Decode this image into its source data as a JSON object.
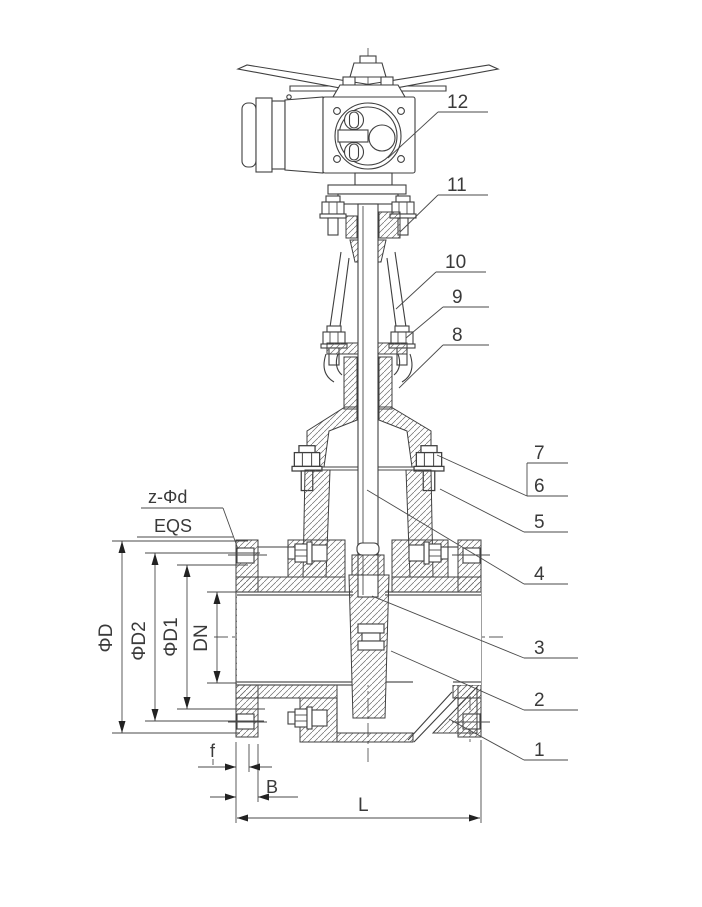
{
  "drawing": {
    "type": "gate-valve-sectional-engineering-drawing",
    "callouts": {
      "c1": "1",
      "c2": "2",
      "c3": "3",
      "c4": "4",
      "c5": "5",
      "c6": "6",
      "c7": "7",
      "c8": "8",
      "c9": "9",
      "c10": "10",
      "c11": "11",
      "c12": "12"
    },
    "dimensions": {
      "flange_od": "ΦD",
      "bolt_circle": "ΦD2",
      "raised_face": "ΦD1",
      "nominal_bore": "DN",
      "bolt_holes": "z-Φd",
      "equally_spaced": "EQS",
      "raised_face_height": "f",
      "flange_thickness": "B",
      "face_to_face": "L"
    },
    "colors": {
      "background": "#ffffff",
      "line": "#3f3f3f",
      "text": "#3a3a3a",
      "centerline": "#5a5a5a"
    }
  }
}
